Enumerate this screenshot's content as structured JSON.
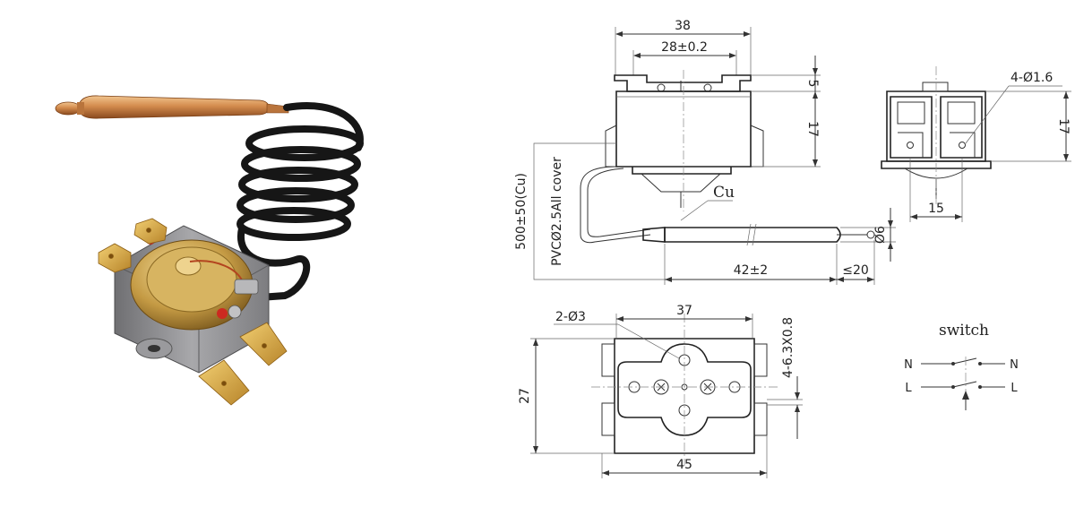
{
  "colors": {
    "copper_light": "#e6b07a",
    "copper_dark": "#a8622e",
    "cable": "#161616",
    "housing": "#8e8e90",
    "brass": "#c9a24a",
    "terminal": "#d9a63a",
    "line": "#333333"
  },
  "top_view": {
    "width_outer": "38",
    "width_inner": "28±0.2",
    "bracket_height": "5",
    "body_height": "17",
    "capillary_length": "500±50(Cu)",
    "cover_note": "PVCØ2.5All cover",
    "material": "Cu",
    "bulb_length": "42±2",
    "tail_length": "≤20",
    "bulb_diameter": "Ø6"
  },
  "side_view": {
    "hole_note": "4-Ø1.6",
    "height": "17",
    "width": "15"
  },
  "bottom_view": {
    "hole_note": "2-Ø3",
    "hole_spacing": "37",
    "height": "27",
    "terminal_note": "4-6.3X0.8",
    "width": "45"
  },
  "switch": {
    "title": "switch",
    "neutral_left": "N",
    "neutral_right": "N",
    "line_left": "L",
    "line_right": "L"
  }
}
